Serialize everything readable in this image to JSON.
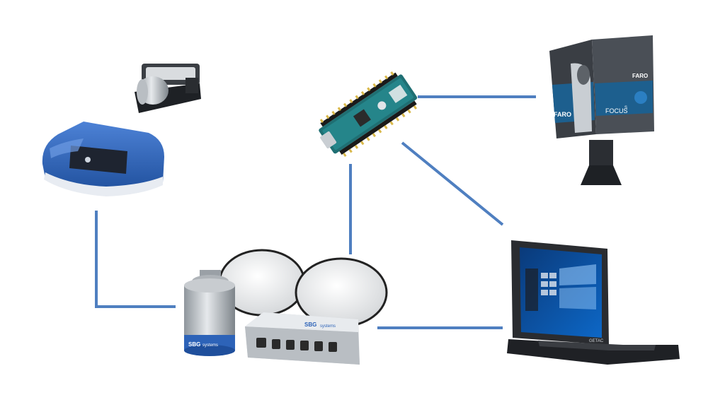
{
  "devices": {
    "scanner": {
      "icon": "laser-scanner-icon",
      "brand": "FARO",
      "model": "FOCUS",
      "model_sup": "S"
    },
    "microcontroller": {
      "icon": "microcontroller-board-icon"
    },
    "gnss_ins": {
      "icon": "gnss-ins-unit-icon",
      "brand": "SBG",
      "brand_sub": "systems"
    },
    "imu_stack": {
      "icon": "imu-device-icon"
    },
    "laptop": {
      "icon": "rugged-laptop-icon",
      "brand": "GETAC"
    }
  },
  "colors": {
    "connector": "#4f7fc0",
    "imu_blue": "#2d63b8",
    "scanner_dark": "#3a3e44",
    "board_teal": "#1f6f73"
  }
}
